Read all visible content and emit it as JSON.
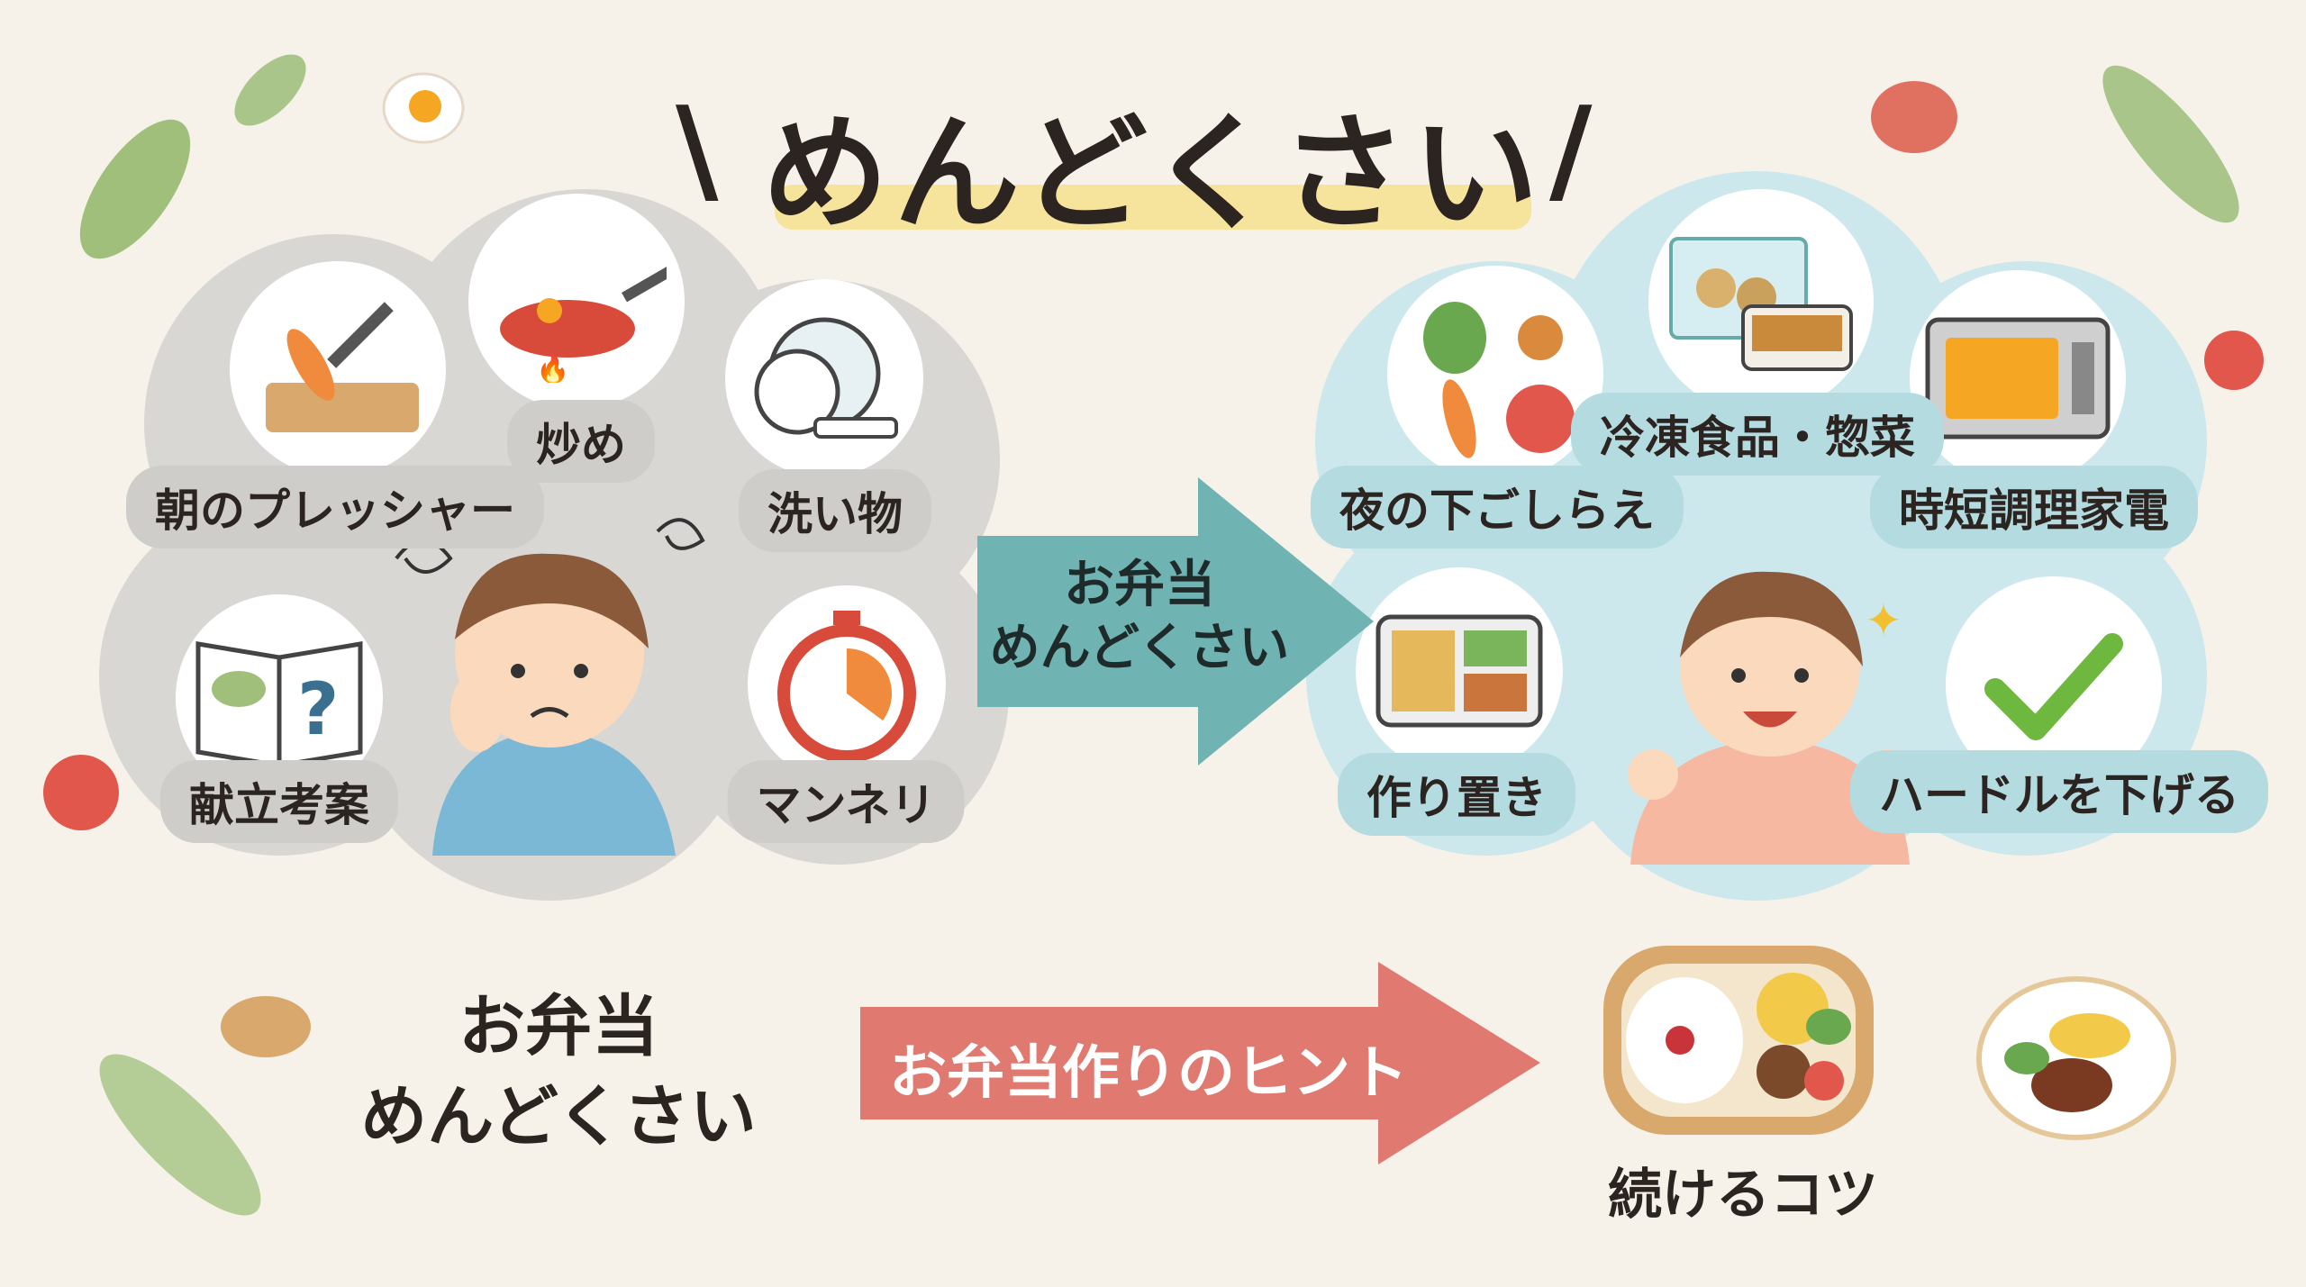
{
  "title": "めんどくさい",
  "problems": {
    "items": [
      {
        "label": "朝のプレッシャー",
        "icon": "cutting-board-icon"
      },
      {
        "label": "炒め",
        "icon": "frying-pan-icon"
      },
      {
        "label": "洗い物",
        "icon": "dishes-icon"
      },
      {
        "label": "献立考案",
        "icon": "recipe-book-icon"
      },
      {
        "label": "マンネリ",
        "icon": "stopwatch-icon"
      }
    ]
  },
  "middle_arrow": {
    "line1": "お弁当",
    "line2": "めんどくさい"
  },
  "solutions": {
    "items": [
      {
        "label": "冷凍食品・惣菜",
        "icon": "frozen-food-icon"
      },
      {
        "label": "夜の下ごしらえ",
        "icon": "vegetables-icon"
      },
      {
        "label": "時短調理家電",
        "icon": "microwave-icon"
      },
      {
        "label": "作り置き",
        "icon": "meal-prep-container-icon"
      },
      {
        "label": "ハードルを下げる",
        "icon": "checkmark-icon"
      }
    ]
  },
  "bottom": {
    "left_line1": "お弁当",
    "left_line2": "めんどくさい",
    "arrow_label": "お弁当作りのヒント",
    "right_label": "続けるコツ"
  },
  "colors": {
    "gray_cloud": "#d9d7d3",
    "blue_cloud": "#cde8ec",
    "teal_arrow": "#6fb3b3",
    "red_arrow": "#e07a70",
    "highlight": "#f6e08a"
  }
}
